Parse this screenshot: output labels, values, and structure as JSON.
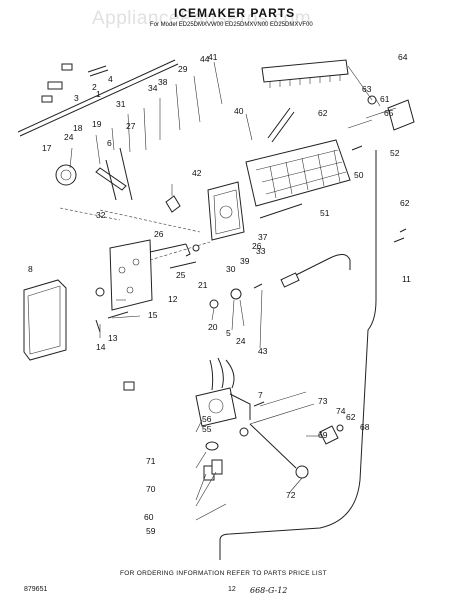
{
  "watermark": "AppliancePartsPros.com",
  "title": "ICEMAKER PARTS",
  "subtitle": "For Model ED25DMXVW00 ED25DMXVN00 ED25DMXVF00",
  "footer_note": "FOR ORDERING INFORMATION REFER TO PARTS PRICE LIST",
  "diagram_code": "879651",
  "page_number": "12",
  "handwritten_note": "668-G-12",
  "callouts": [
    "1",
    "2",
    "3",
    "4",
    "5",
    "6",
    "7",
    "8",
    "11",
    "12",
    "13",
    "14",
    "15",
    "17",
    "18",
    "19",
    "20",
    "21",
    "24",
    "24",
    "25",
    "26",
    "26",
    "27",
    "29",
    "30",
    "31",
    "32",
    "33",
    "34",
    "37",
    "38",
    "39",
    "40",
    "41",
    "42",
    "43",
    "44",
    "50",
    "51",
    "52",
    "55",
    "56",
    "59",
    "60",
    "61",
    "62",
    "62",
    "62",
    "63",
    "64",
    "65",
    "68",
    "69",
    "70",
    "71",
    "72",
    "73",
    "74"
  ]
}
